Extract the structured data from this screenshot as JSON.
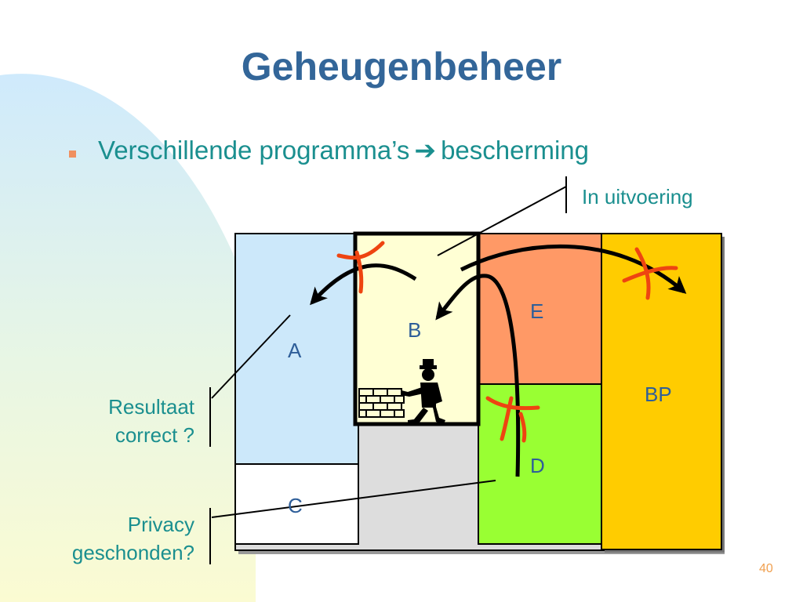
{
  "slide": {
    "title": "Geheugenbeheer",
    "bullet": {
      "text_before": "Verschillende programma’s",
      "arrow": "➔",
      "text_after": "bescherming"
    },
    "page_number": "40"
  },
  "diagram": {
    "blocks": {
      "a": "A",
      "b": "B",
      "c": "C",
      "d": "D",
      "e": "E",
      "bp": "BP"
    },
    "callouts": {
      "in_uitvoering": "In uitvoering",
      "resultaat": "Resultaat correct ?",
      "privacy": "Privacy geschonden?"
    },
    "icons": [
      "worker-icon",
      "brick-wall-icon",
      "denied-cross-icon"
    ],
    "colors": {
      "title": "#336699",
      "text": "#1a8f8f",
      "block_a": "#cce8fa",
      "block_b": "#ffffd4",
      "block_e": "#ff9966",
      "block_d": "#99ff33",
      "block_bp": "#ffcc00",
      "cross": "#ee4411"
    }
  }
}
